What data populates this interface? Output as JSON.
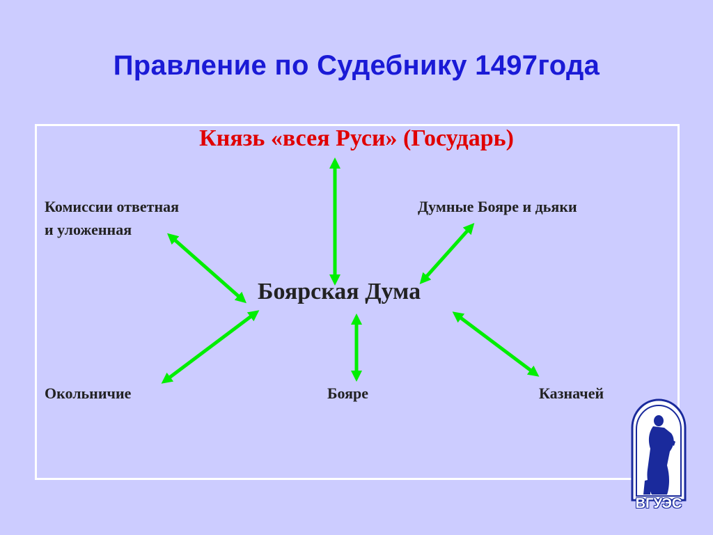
{
  "title": "Правление по Судебнику 1497года",
  "nodes": {
    "top": "Князь «всея Руси» (Государь)",
    "center": "Боярская Дума",
    "commissions_line1": "Комиссии ответная",
    "commissions_line2": "и уложенная",
    "dumnye": "Думные Бояре и дьяки",
    "okolnichie": "Окольничие",
    "boyare": "Бояре",
    "kaznachey": "Казначей"
  },
  "logo": {
    "text": "ВГУЭС"
  },
  "colors": {
    "background": "#ccccff",
    "title": "#1a1ad6",
    "top_node": "#e00000",
    "arrows": "#00ee00",
    "logo": "#1a2a9c"
  }
}
